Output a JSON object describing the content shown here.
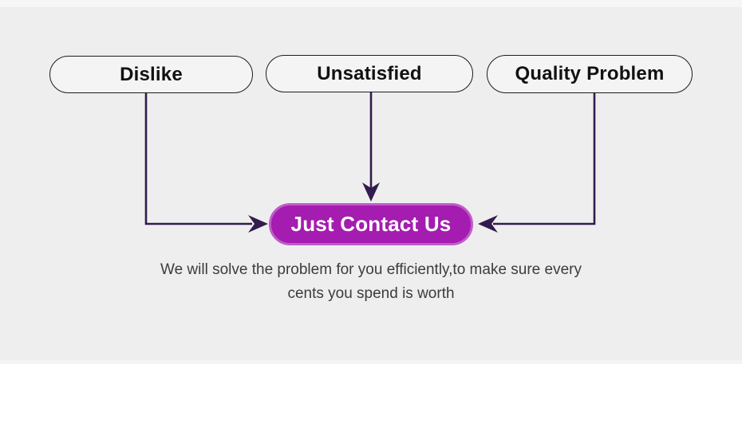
{
  "colors": {
    "top_strip": "#f6f6f6",
    "page_bg": "#eeeeee",
    "divider_strip": "#f4f4f4",
    "bottom_bg": "#ffffff",
    "pill_fill": "#f4f4f4",
    "pill_border": "#1c1c1c",
    "pill_text": "#111111",
    "arrow": "#331b4e",
    "cta_fill": "#a51cb0",
    "cta_border": "#c05bca",
    "cta_text": "#ffffff",
    "caption_text": "#3c3c3c"
  },
  "diagram": {
    "reasons": [
      {
        "label": "Dislike"
      },
      {
        "label": "Unsatisfied"
      },
      {
        "label": "Quality Problem"
      }
    ],
    "cta_label": "Just Contact Us",
    "caption_lines": [
      "We will solve the problem for you efficiently,to make sure every",
      "cents you spend is worth"
    ]
  }
}
